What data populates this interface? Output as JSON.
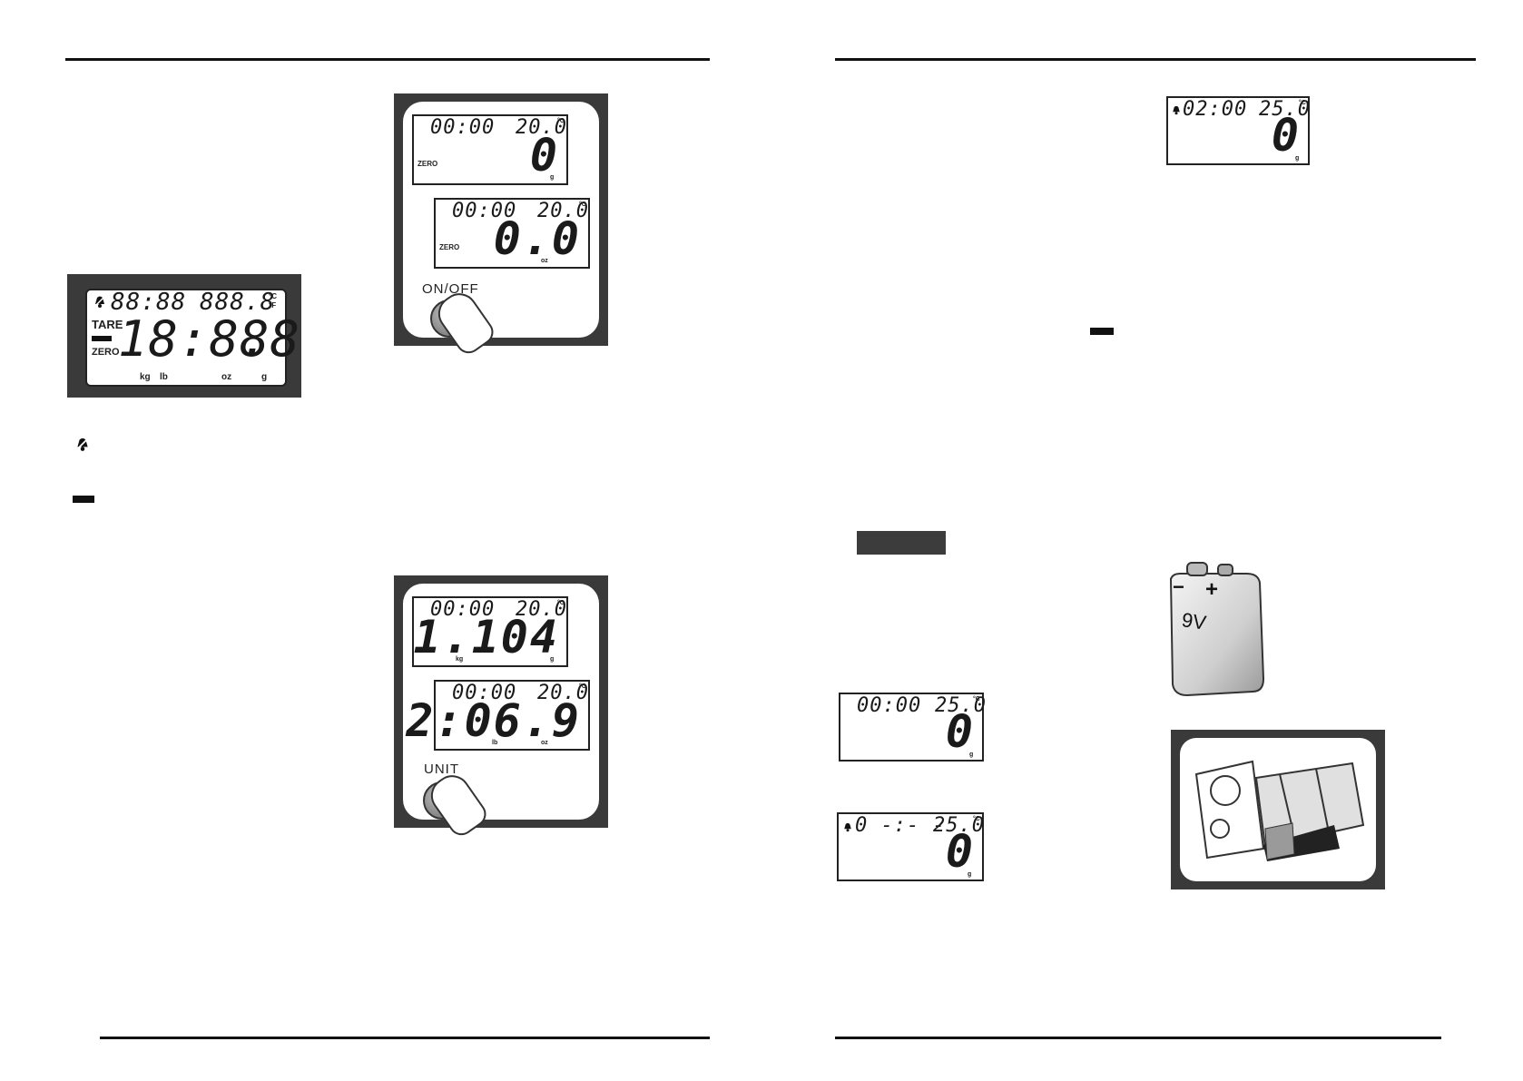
{
  "left_page": {
    "full_lcd": {
      "time": "88:88",
      "temp": "888.8",
      "temp_units": "°C\n°F",
      "tare": "TARE",
      "zero": "ZERO",
      "main": "18:888",
      "main_tail": ".8",
      "units": [
        "kg",
        "lb",
        "oz",
        "g"
      ]
    },
    "onoff_panel": {
      "lcd1": {
        "time": "00:00",
        "temp": "20.0",
        "deg": "°C",
        "main": "0",
        "flag": "ZERO",
        "unit": "g"
      },
      "lcd2": {
        "time": "00:00",
        "temp": "20.0",
        "deg": "°C",
        "main": "0.0",
        "flag": "ZERO",
        "unit": "oz"
      },
      "button": "ON/OFF"
    },
    "unit_panel": {
      "lcd1": {
        "time": "00:00",
        "temp": "20.0",
        "deg": "°C",
        "main": "1.104",
        "unit_left": "kg",
        "unit_right": "g"
      },
      "lcd2": {
        "time": "00:00",
        "temp": "20.0",
        "deg": "°C",
        "main": "2:06.9",
        "unit_left": "lb",
        "unit_right": "oz"
      },
      "button": "UNIT"
    }
  },
  "right_page": {
    "lcd_top": {
      "time": "02:00",
      "temp": "25.0",
      "deg": "°C",
      "main": "0",
      "unit": "g"
    },
    "lcd_mid": {
      "time": "00:00",
      "temp": "25.0",
      "deg": "°C",
      "main": "0",
      "unit": "g"
    },
    "lcd_bottom": {
      "time": "0 -:- -",
      "temp": "25.0",
      "deg": "°C",
      "main": "0",
      "unit": "g"
    },
    "battery": {
      "minus": "−",
      "plus": "+",
      "label": "9V"
    }
  },
  "icons": [
    "alarm-bell-icon",
    "minus-sign-icon",
    "battery-9v-icon",
    "battery-compartment-icon"
  ]
}
